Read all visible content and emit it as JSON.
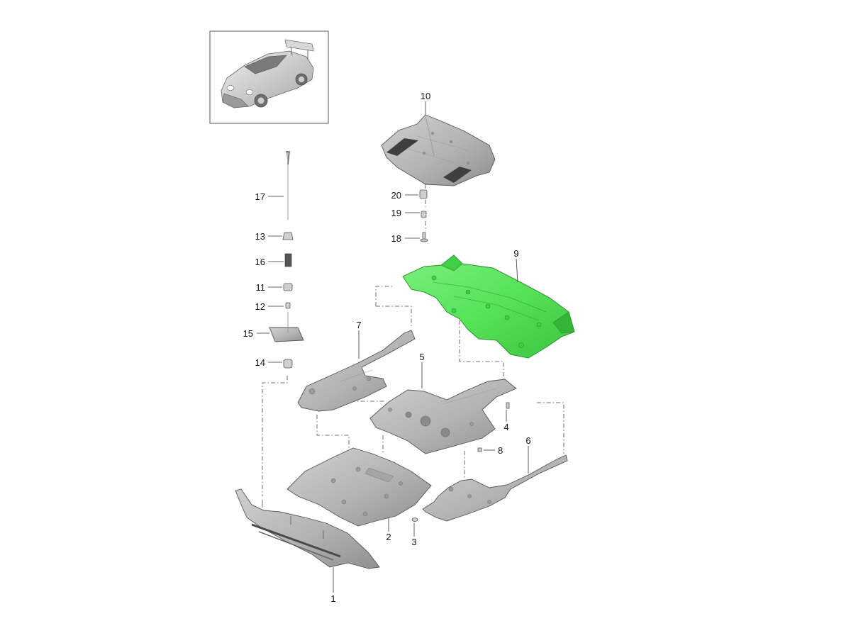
{
  "diagram": {
    "callouts": [
      {
        "id": "c1",
        "text": "1"
      },
      {
        "id": "c2",
        "text": "2"
      },
      {
        "id": "c3",
        "text": "3"
      },
      {
        "id": "c4",
        "text": "4"
      },
      {
        "id": "c5",
        "text": "5"
      },
      {
        "id": "c6",
        "text": "6"
      },
      {
        "id": "c7",
        "text": "7"
      },
      {
        "id": "c8",
        "text": "8"
      },
      {
        "id": "c9",
        "text": "9"
      },
      {
        "id": "c10",
        "text": "10"
      },
      {
        "id": "c11",
        "text": "11"
      },
      {
        "id": "c12",
        "text": "12"
      },
      {
        "id": "c13",
        "text": "13"
      },
      {
        "id": "c14",
        "text": "14"
      },
      {
        "id": "c15",
        "text": "15"
      },
      {
        "id": "c16",
        "text": "16"
      },
      {
        "id": "c17",
        "text": "17"
      },
      {
        "id": "c18",
        "text": "18"
      },
      {
        "id": "c19",
        "text": "19"
      },
      {
        "id": "c20",
        "text": "20"
      }
    ],
    "colors": {
      "highlight_fill": "#57e35a",
      "highlight_stroke": "#2f8f2f",
      "part_fill": "#b9b9b9",
      "part_dark": "#8e8e8e",
      "frame": "#555555"
    },
    "highlighted_part": "9"
  }
}
